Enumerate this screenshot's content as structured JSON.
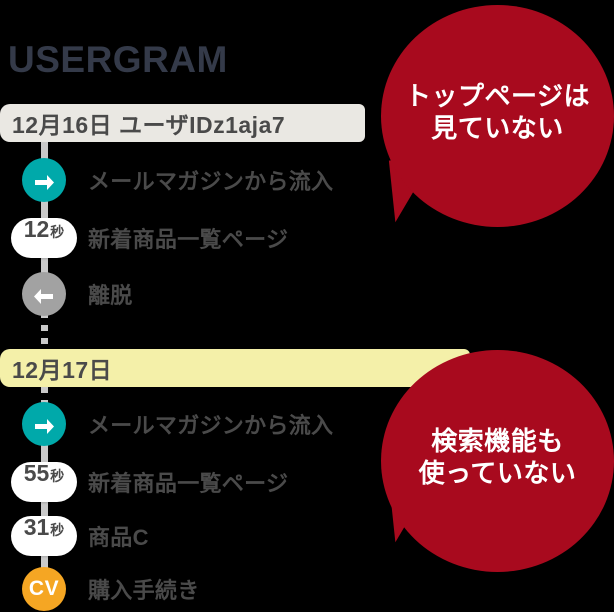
{
  "app": {
    "logo": "USERGRAM"
  },
  "colors": {
    "background": "#000000",
    "logo_text": "#343a49",
    "day_bar_1_bg": "#eae8e3",
    "day_bar_2_bg": "#f4f0a9",
    "bubble_bg": "#a80a1e",
    "bubble_text": "#ffffff",
    "marker_inflow": "#00a9aa",
    "marker_exit": "#a2a2a2",
    "marker_cv": "#f5a623",
    "connector": "#c9c9c9",
    "label_text": "#4a4a4a"
  },
  "sessions": [
    {
      "header": "12月16日 ユーザIDz1aja7",
      "date": "12月16日",
      "user_id": "ユーザIDz1aja7",
      "events": [
        {
          "marker_type": "arrow-right",
          "marker_label": "",
          "label": "メールマガジンから流入"
        },
        {
          "marker_type": "duration",
          "marker_label": "12",
          "marker_unit": "秒",
          "label": "新着商品一覧ページ"
        },
        {
          "marker_type": "arrow-left",
          "marker_label": "",
          "label": "離脱"
        }
      ]
    },
    {
      "header": "12月17日",
      "date": "12月17日",
      "user_id": "",
      "events": [
        {
          "marker_type": "arrow-right",
          "marker_label": "",
          "label": "メールマガジンから流入"
        },
        {
          "marker_type": "duration",
          "marker_label": "55",
          "marker_unit": "秒",
          "label": "新着商品一覧ページ"
        },
        {
          "marker_type": "duration",
          "marker_label": "31",
          "marker_unit": "秒",
          "label": "商品C"
        },
        {
          "marker_type": "cv",
          "marker_label": "CV",
          "label": "購入手続き"
        }
      ]
    }
  ],
  "callouts": [
    {
      "text": "トップページは\n見ていない",
      "line1": "トップページは",
      "line2": "見ていない"
    },
    {
      "text": "検索機能も\n使っていない",
      "line1": "検索機能も",
      "line2": "使っていない"
    }
  ]
}
